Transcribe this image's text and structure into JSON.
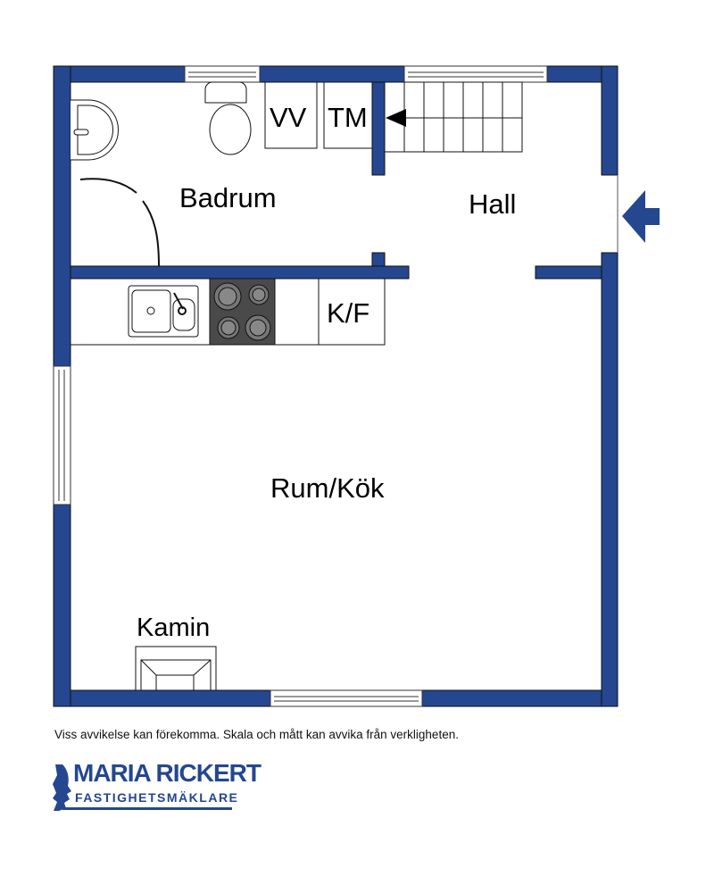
{
  "rooms": {
    "badrum": "Badrum",
    "hall": "Hall",
    "rum_kok": "Rum/Kök",
    "kamin": "Kamin",
    "vv": "VV",
    "tm": "TM",
    "kf": "K/F"
  },
  "disclaimer": "Viss avvikelse kan förekomma. Skala och mått kan avvika från verkligheten.",
  "logo": {
    "line1": "MARIA RICKERT",
    "line2": "FASTIGHETSMÄKLARE"
  },
  "colors": {
    "wall": "#24478f",
    "stove": "#4a4a4a"
  }
}
